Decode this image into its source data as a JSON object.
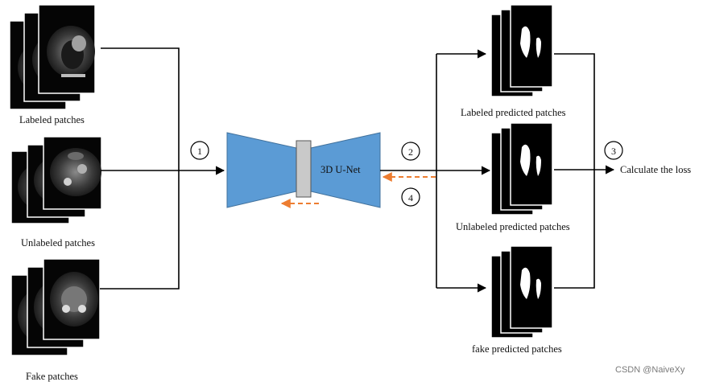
{
  "inputs": {
    "labeled": "Labeled patches",
    "unlabeled": "Unlabeled  patches",
    "fake": "Fake patches"
  },
  "model": {
    "label": "3D U-Net"
  },
  "outputs": {
    "labeled": "Labeled predicted patches",
    "unlabeled": "Unlabeled  predicted patches",
    "fake": "fake predicted patches"
  },
  "loss": {
    "label": "Calculate the loss"
  },
  "steps": {
    "one": "1",
    "two": "2",
    "three": "3",
    "four": "4"
  },
  "watermark": "CSDN @NaiveXy",
  "colors": {
    "network": "#5b9bd5",
    "bottleneck": "#c9c9c9",
    "backprop": "#ed7d31",
    "line": "#000000"
  }
}
